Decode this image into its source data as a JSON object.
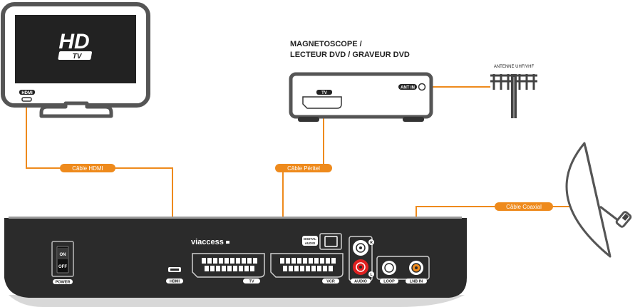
{
  "tv": {
    "logo_main": "HD",
    "logo_sub": "TV",
    "port_label": "HDMI"
  },
  "recorder": {
    "title_line1": "MAGNETOSCOPE /",
    "title_line2": "LECTEUR DVD / GRAVEUR DVD",
    "scart_label": "TV",
    "ant_label": "ANT IN"
  },
  "antenna": {
    "label": "ANTENNE UHF/VHF"
  },
  "cables": {
    "hdmi": "Câble HDMI",
    "peritel": "Câble Péritel",
    "coaxial": "Câble Coaxial"
  },
  "decoder": {
    "power_on": "ON",
    "power_off": "OFF",
    "power_label": "POWER",
    "brand": "viaccess",
    "hdmi_label": "HDMI",
    "tv_label": "TV",
    "vcr_label": "VCR",
    "digital_audio_line1": "DIGITAL",
    "digital_audio_line2": "AUDIO",
    "audio_label": "AUDIO",
    "r_label": "R",
    "l_label": "L",
    "loop_label": "LOOP",
    "lnb_label": "LNB IN"
  },
  "colors": {
    "cable": "#ee8a1c",
    "device": "#2b2b2b",
    "frame": "#555555"
  }
}
